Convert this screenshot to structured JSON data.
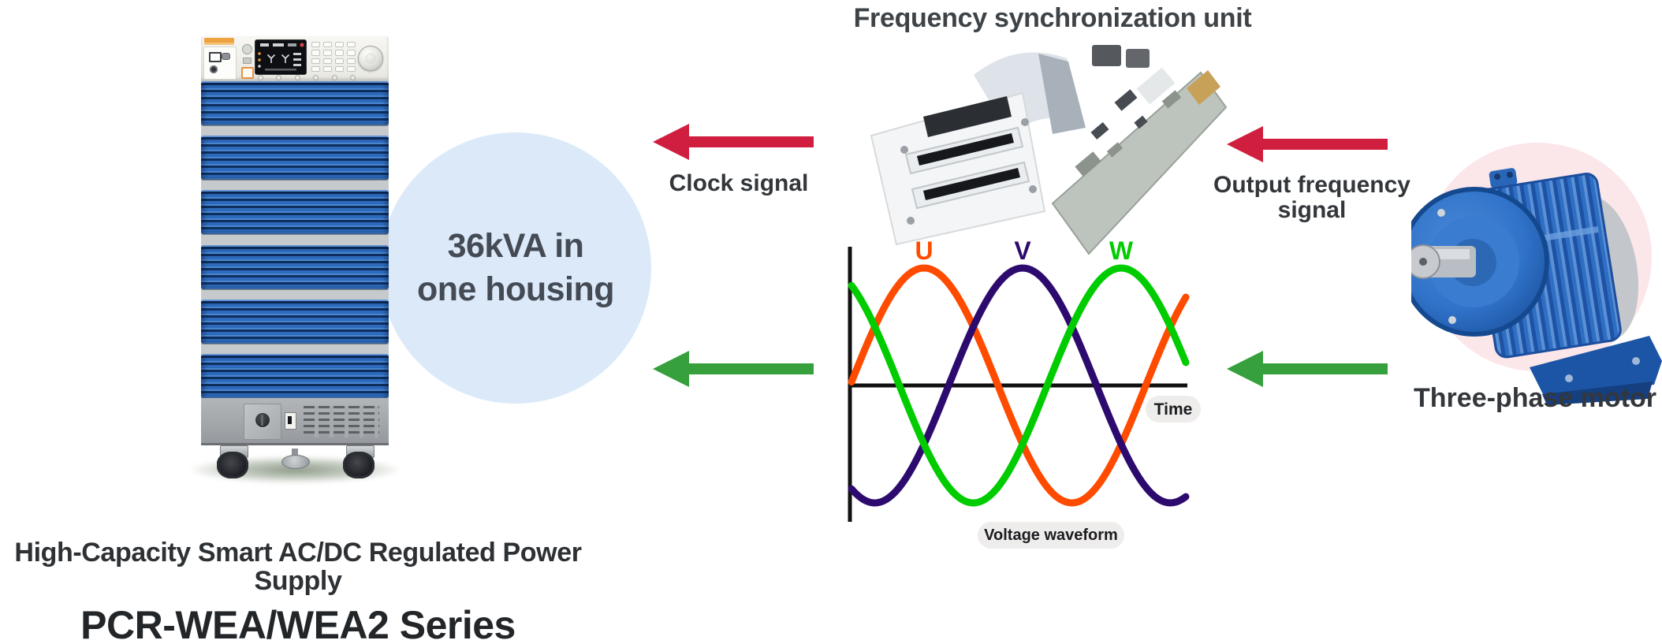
{
  "page": {
    "background": "#ffffff"
  },
  "power_supply": {
    "module_count": 6,
    "caption_line1": "High-Capacity Smart AC/DC Regulated Power Supply",
    "caption_line2": "PCR-WEA/WEA2 Series"
  },
  "housing_badge": {
    "line1": "36kVA in",
    "line2": "one housing",
    "bg_color": "#dbe9f9",
    "text_color": "#454b54"
  },
  "sync_unit": {
    "title": "Frequency synchronization unit"
  },
  "signals": {
    "clock": {
      "label": "Clock signal",
      "arrow_color": "#d01f3e"
    },
    "output_frequency": {
      "label": "Output frequency signal",
      "arrow_color": "#d01f3e"
    },
    "feed_arrow_color": "#35a03c"
  },
  "motor": {
    "label": "Three-phase motor",
    "circle_bg": "#fbe6ea"
  },
  "chart_data": {
    "type": "line",
    "title": "",
    "description": "Three-phase AC sinusoidal voltage waveforms, 120 degrees apart, equal amplitude",
    "series": [
      {
        "name": "U",
        "color": "#ff4b00",
        "phase_deg": 0
      },
      {
        "name": "V",
        "color": "#2d0a6e",
        "phase_deg": 120
      },
      {
        "name": "W",
        "color": "#00cc00",
        "phase_deg": 240
      }
    ],
    "amplitude": 1,
    "cycles_shown": 1.15,
    "xlabel": "Time",
    "ylabel": "",
    "annotation": "Voltage waveform",
    "axis_color": "#111111",
    "grid": false,
    "legend_position": "above-peaks"
  }
}
